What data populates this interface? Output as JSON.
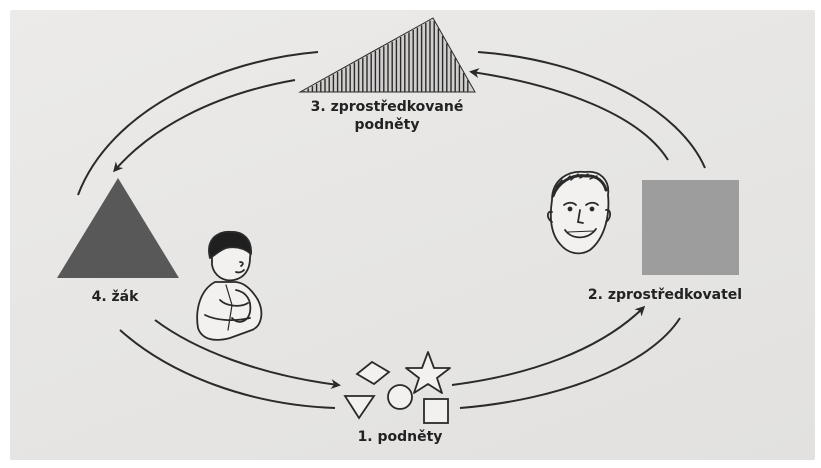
{
  "labels": {
    "mediated_line1": "3. zprostředkované",
    "mediated_line2": "podněty",
    "mediator": "2. zprostředkovatel",
    "student": "4. žák",
    "stimuli": "1. podněty"
  },
  "colors": {
    "triangle_fill": "#595858",
    "square_fill": "#9d9d9d",
    "stroke": "#2a2a2a",
    "paper": "#e8e7e5"
  },
  "icons": [
    "man-face-icon",
    "child-icon",
    "diamond-icon",
    "star-icon",
    "circle-icon",
    "triangle-down-icon",
    "square-icon"
  ]
}
